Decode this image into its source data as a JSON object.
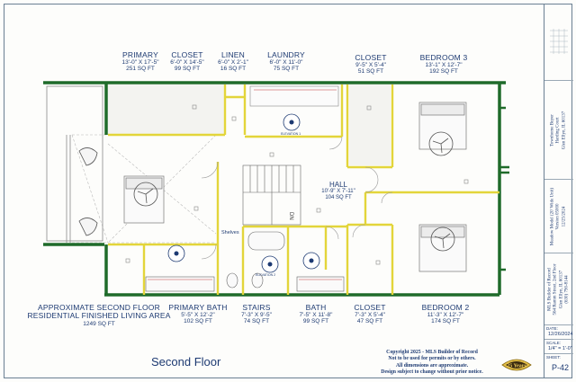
{
  "rooms_top": [
    {
      "name": "PRIMARY",
      "dims": "13'-0\" X 17'-5\"",
      "sqft": "251 SQ FT"
    },
    {
      "name": "CLOSET",
      "dims": "6'-0\" X 14'-5\"",
      "sqft": "99 SQ FT"
    },
    {
      "name": "LINEN",
      "dims": "6'-0\" X 2'-1\"",
      "sqft": "16 SQ FT"
    },
    {
      "name": "LAUNDRY",
      "dims": "6'-0\" X 11'-0\"",
      "sqft": "75 SQ FT"
    },
    {
      "name": "CLOSET",
      "dims": "9'-5\" X 5'-4\"",
      "sqft": "51 SQ FT"
    },
    {
      "name": "BEDROOM 3",
      "dims": "13'-1\" X 12'-7\"",
      "sqft": "192 SQ FT"
    }
  ],
  "rooms_bottom": [
    {
      "name": "PRIMARY BATH",
      "dims": "5'-5\" X 12'-2\"",
      "sqft": "102 SQ FT"
    },
    {
      "name": "STAIRS",
      "dims": "7'-3\" X 9'-5\"",
      "sqft": "74 SQ FT"
    },
    {
      "name": "BATH",
      "dims": "7'-5\" X 11'-8\"",
      "sqft": "99 SQ FT"
    },
    {
      "name": "CLOSET",
      "dims": "7'-3\" X 5'-4\"",
      "sqft": "47 SQ FT"
    },
    {
      "name": "BEDROOM 2",
      "dims": "11'-3\" X 12'-7\"",
      "sqft": "174 SQ FT"
    }
  ],
  "hall": {
    "name": "HALL",
    "dims": "10'-9\" X 7'-11\"",
    "sqft": "104 SQ FT"
  },
  "approx": {
    "line1": "APPROXIMATE SECOND FLOOR",
    "line2": "RESIDENTIAL FINISHED LIVING AREA",
    "sqft": "1249 SQ FT"
  },
  "floor_title": "Second Floor",
  "plan_marks": {
    "shelves": "Shelves",
    "dn": "DN",
    "elevation_1": "ELEVATION 1",
    "elevation_2": "ELEVATION 2"
  },
  "copyright": [
    "Copyright 2025 - MLS Builder of Record",
    "Not to be used for permits or by others.",
    "All dimensions are approximate.",
    "Design subject to change without prior notice."
  ],
  "badge_text": "25 Years",
  "title_block": {
    "client": [
      "Townhome Buyer",
      "Harding Court",
      "Glen Ellyn, IL 60137"
    ],
    "model": [
      "Meadow Model (20' Wide Unit)",
      "Version 05000",
      "12/25/2024"
    ],
    "builder": [
      "MLS Builder of Record",
      "564 Ramm Street, 2nd Floor",
      "Glen Ellyn, IL 60137",
      "(630) 790-8144"
    ],
    "date_label": "DATE:",
    "date_value": "12/26/2024",
    "scale_label": "SCALE:",
    "scale_value": "1/4\" = 1'-0\"",
    "sheet_label": "SHEET:",
    "sheet_value": "P-42"
  }
}
